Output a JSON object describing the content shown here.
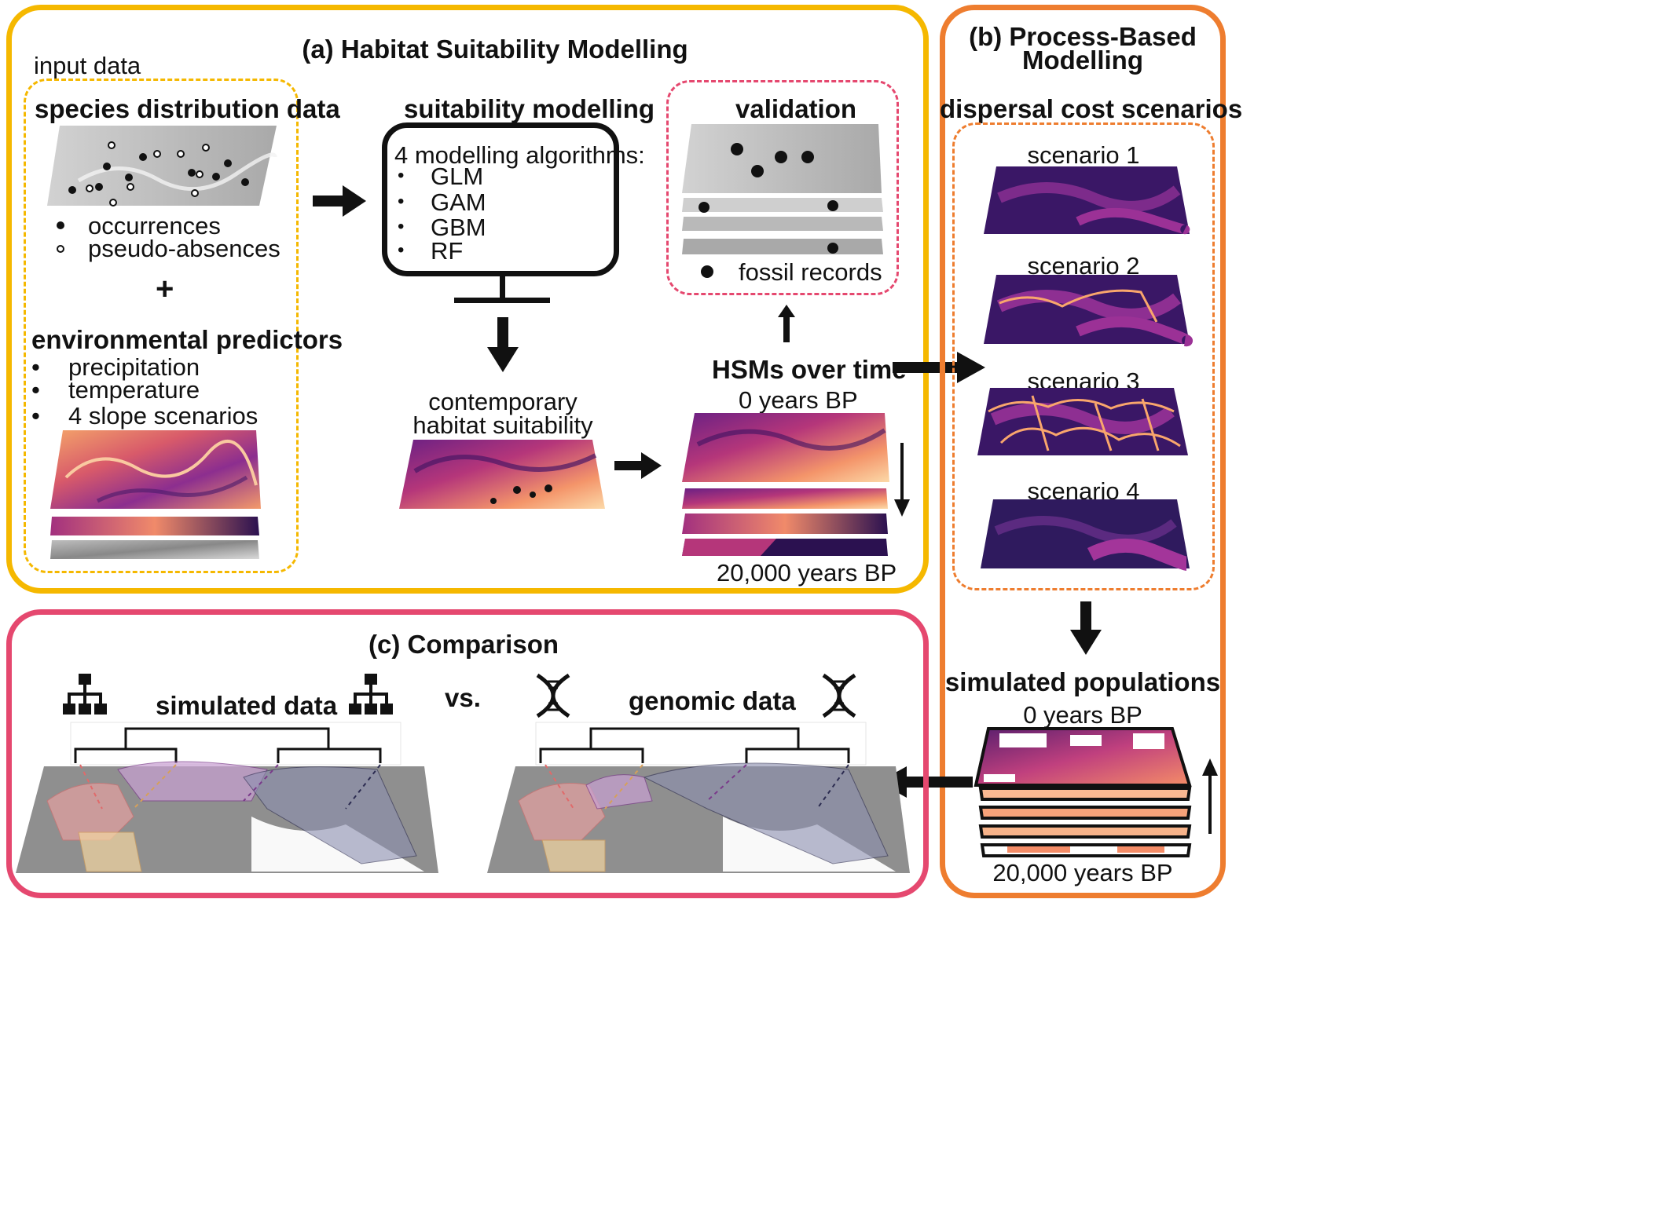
{
  "panel_a": {
    "title": "(a) Habitat Suitability Modelling",
    "input_data_label": "input data",
    "species_distribution_title": "species distribution data",
    "legend_occurrences": "occurrences",
    "legend_pseudo_absences": "pseudo-absences",
    "plus_symbol": "+",
    "environmental_predictors_title": "environmental predictors",
    "predictors": [
      "precipitation",
      "temperature",
      "4 slope scenarios"
    ],
    "suitability_modelling_title": "suitability modelling",
    "algorithms_title": "4 modelling algorithms:",
    "algorithms": [
      "GLM",
      "GAM",
      "GBM",
      "RF"
    ],
    "contemporary_label_line1": "contemporary",
    "contemporary_label_line2": "habitat suitability",
    "validation_title": "validation",
    "fossil_records_label": "fossil records",
    "hsm_title": "HSMs over time",
    "hsm_top_label": "0 years BP",
    "hsm_bottom_label": "20,000 years BP",
    "bullet": "•"
  },
  "panel_b": {
    "title_line1": "(b) Process-Based",
    "title_line2": "Modelling",
    "dispersal_title": "dispersal cost scenarios",
    "scenarios": [
      "scenario 1",
      "scenario 2",
      "scenario 3",
      "scenario 4"
    ],
    "simulated_populations_title": "simulated populations",
    "sim_top_label": "0 years BP",
    "sim_bottom_label": "20,000 years BP"
  },
  "panel_c": {
    "title": "(c) Comparison",
    "simulated_data_label": "simulated data",
    "vs_label": "vs.",
    "genomic_data_label": "genomic data"
  },
  "colors": {
    "panel_a_border": "#f5b800",
    "panel_b_border": "#ee7d2f",
    "panel_c_border": "#e5486f",
    "validation_border": "#e5486f",
    "magma_dark": "#2a0f4a",
    "magma_mid": "#8c2e8f",
    "magma_light": "#f9a66c"
  },
  "icons": [
    "hierarchy-icon",
    "dna-icon",
    "arrow-icon",
    "computer-monitor-icon"
  ]
}
